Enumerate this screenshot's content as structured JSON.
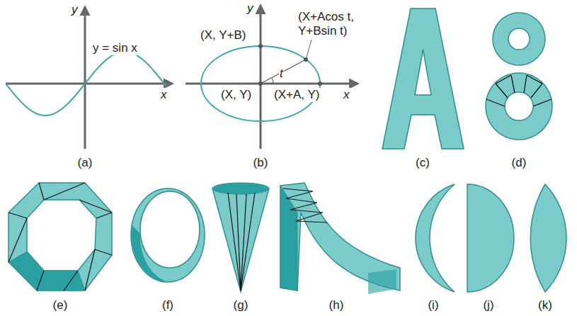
{
  "diagram": {
    "labels": [
      "y",
      "y = sin x",
      "x",
      "(a)",
      "y",
      "(X, Y+B)",
      "(X+Acos t, Y+Bsin t)",
      "t",
      "(X, Y)",
      "(X+A, Y)",
      "x",
      "(b)",
      "(c)",
      "(d)",
      "(e)",
      "(f)",
      "(g)",
      "(h)",
      "(i)",
      "(j)",
      "(k)"
    ]
  }
}
